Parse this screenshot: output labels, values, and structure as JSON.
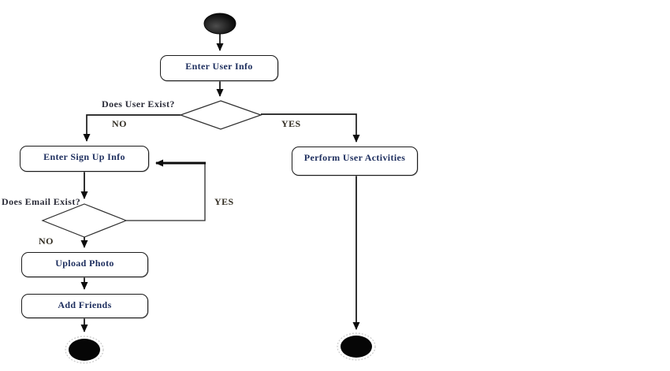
{
  "diagram": {
    "type": "uml-activity-flowchart",
    "activities": {
      "enter_user_info": "Enter User Info",
      "enter_sign_up_info": "Enter Sign Up Info",
      "upload_photo": "Upload Photo",
      "add_friends": "Add Friends",
      "perform_user_activities": "Perform User Activities"
    },
    "decisions": {
      "user_exists": "Does User Exist?",
      "email_exists": "Does Email Exist?"
    },
    "edge_labels": {
      "user_exists_no": "NO",
      "user_exists_yes": "YES",
      "email_exists_yes": "YES",
      "email_exists_no": "NO"
    },
    "colors": {
      "line": "#1a1a1a",
      "diamond_stroke": "#2e2e2e",
      "activity_border": "#1c1c1c",
      "activity_text": "#1d2e5e",
      "label_text": "#322d22",
      "terminal_fill": "#060606",
      "background": "#ffffff"
    }
  }
}
